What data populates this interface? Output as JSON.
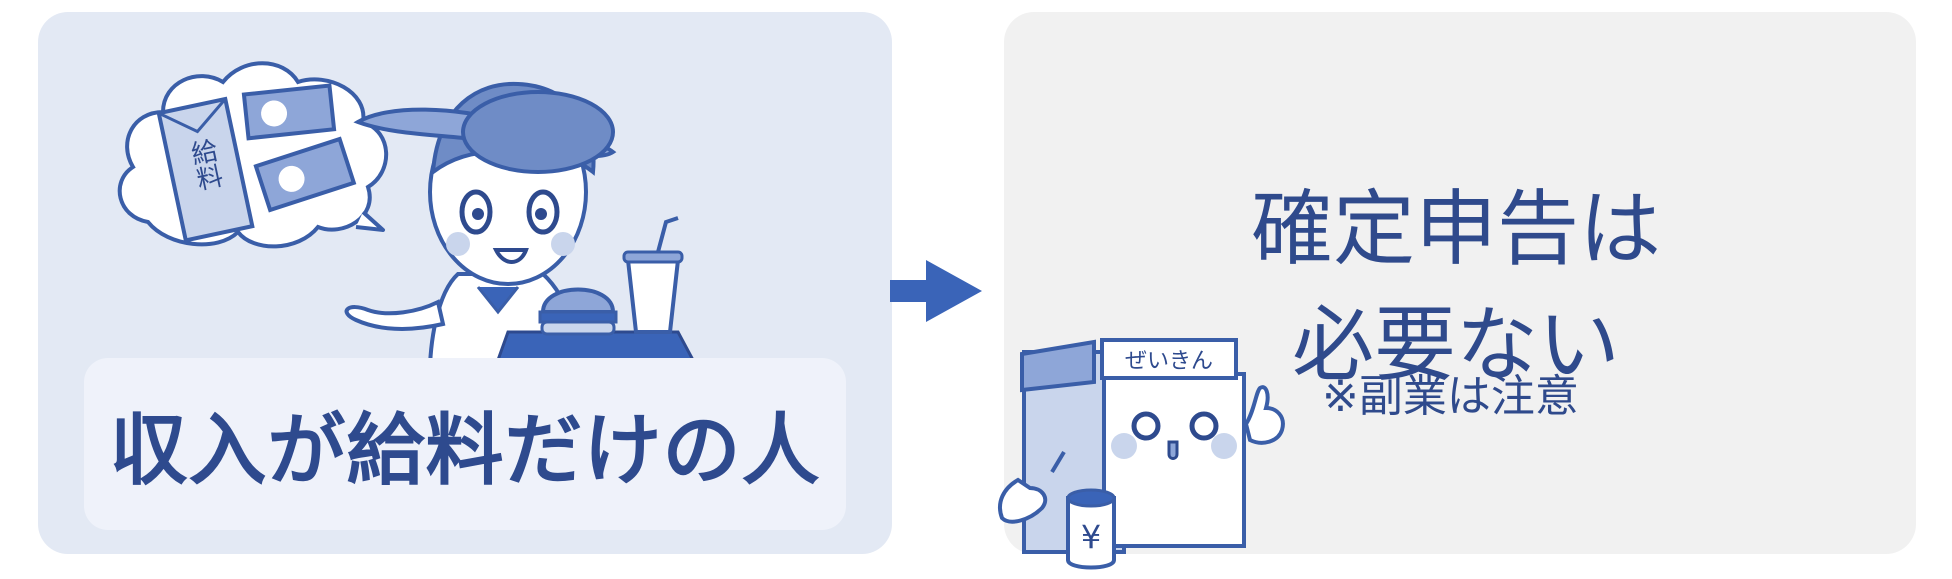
{
  "left_panel": {
    "caption": "収入が給料だけの人",
    "payslip_text": "給料"
  },
  "right_panel": {
    "title_line1": "確定申告は",
    "title_line2": "必要ない",
    "note": "※副業は注意",
    "box_label": "ぜいきん",
    "can_symbol": "¥"
  },
  "colors": {
    "left_bg": "#e3e9f4",
    "right_bg": "#f1f1f1",
    "accent": "#3a64b8",
    "text": "#2e4a8e"
  }
}
